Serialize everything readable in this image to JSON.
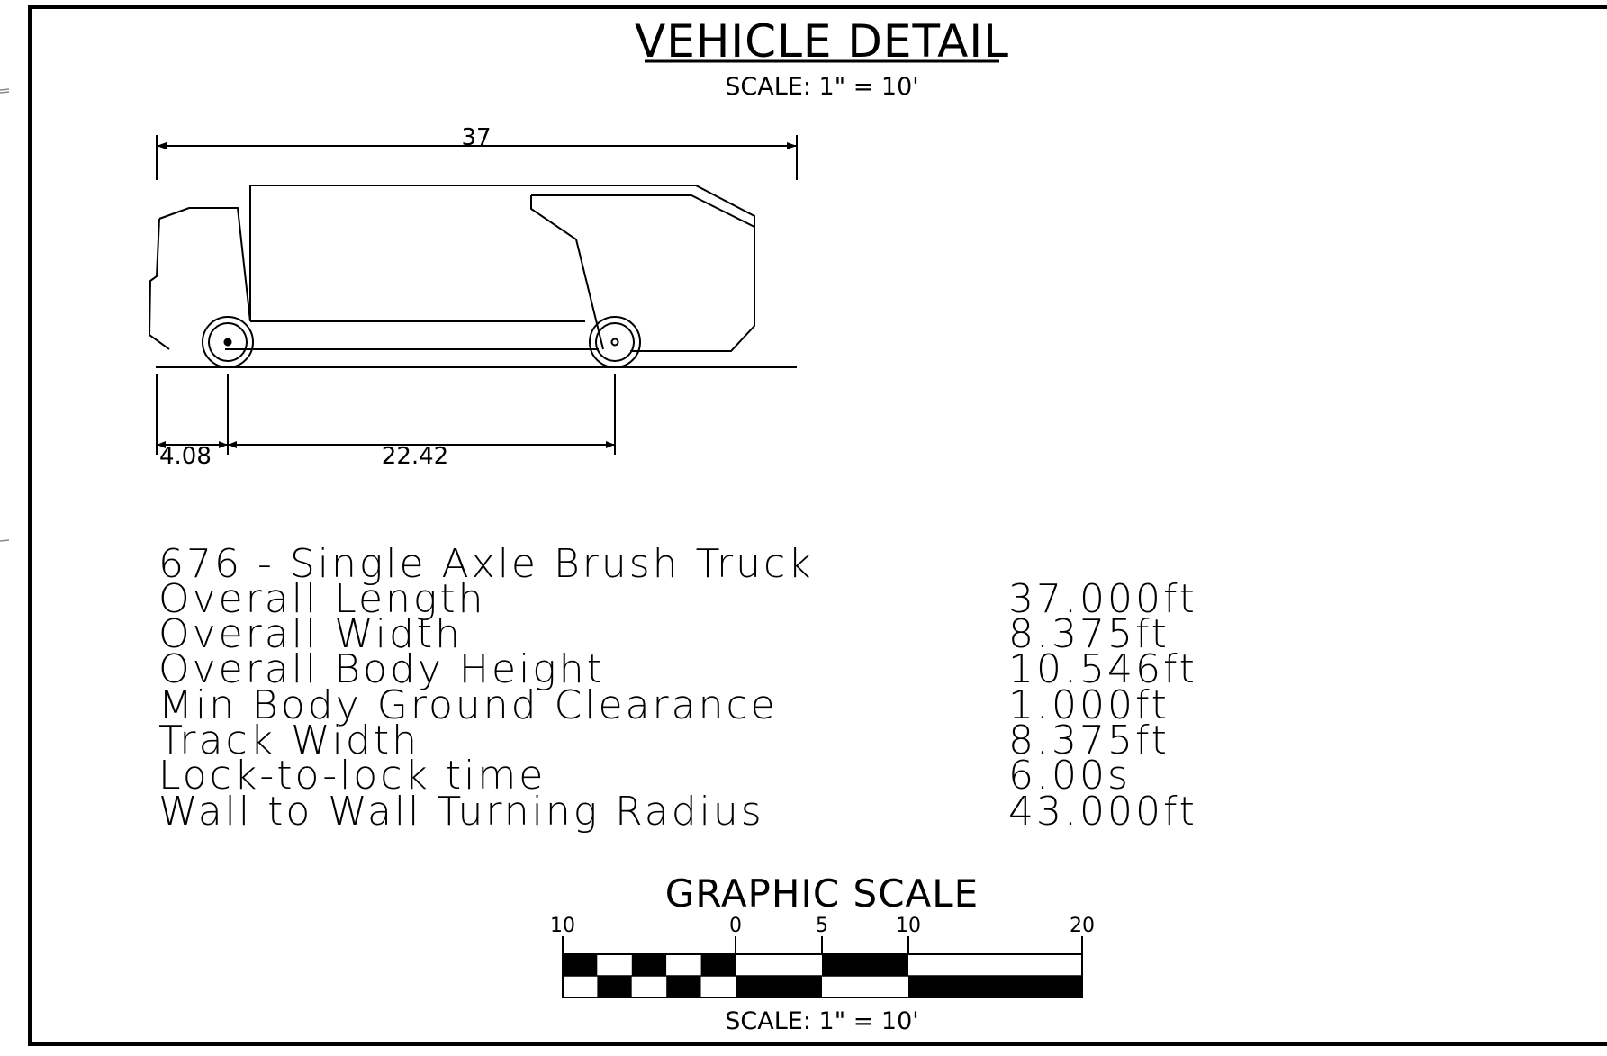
{
  "title": "VEHICLE DETAIL",
  "scale_top": "SCALE: 1\" = 10'",
  "dimensions": {
    "overall": "37",
    "front_overhang": "4.08",
    "wheelbase": "22.42"
  },
  "vehicle_name": "676 - Single Axle Brush Truck",
  "specs": [
    {
      "label": "Overall Length",
      "value": "37.000ft"
    },
    {
      "label": "Overall Width",
      "value": "8.375ft"
    },
    {
      "label": "Overall Body Height",
      "value": "10.546ft"
    },
    {
      "label": "Min Body Ground Clearance",
      "value": "1.000ft"
    },
    {
      "label": "Track Width",
      "value": "8.375ft"
    },
    {
      "label": "Lock-to-lock time",
      "value": "6.00s"
    },
    {
      "label": "Wall to Wall Turning Radius",
      "value": "43.000ft"
    }
  ],
  "graphic_scale": {
    "title": "GRAPHIC SCALE",
    "ticks": [
      "10",
      "0",
      "5",
      "10",
      "20"
    ],
    "scale_label": "SCALE: 1\" = 10'"
  }
}
